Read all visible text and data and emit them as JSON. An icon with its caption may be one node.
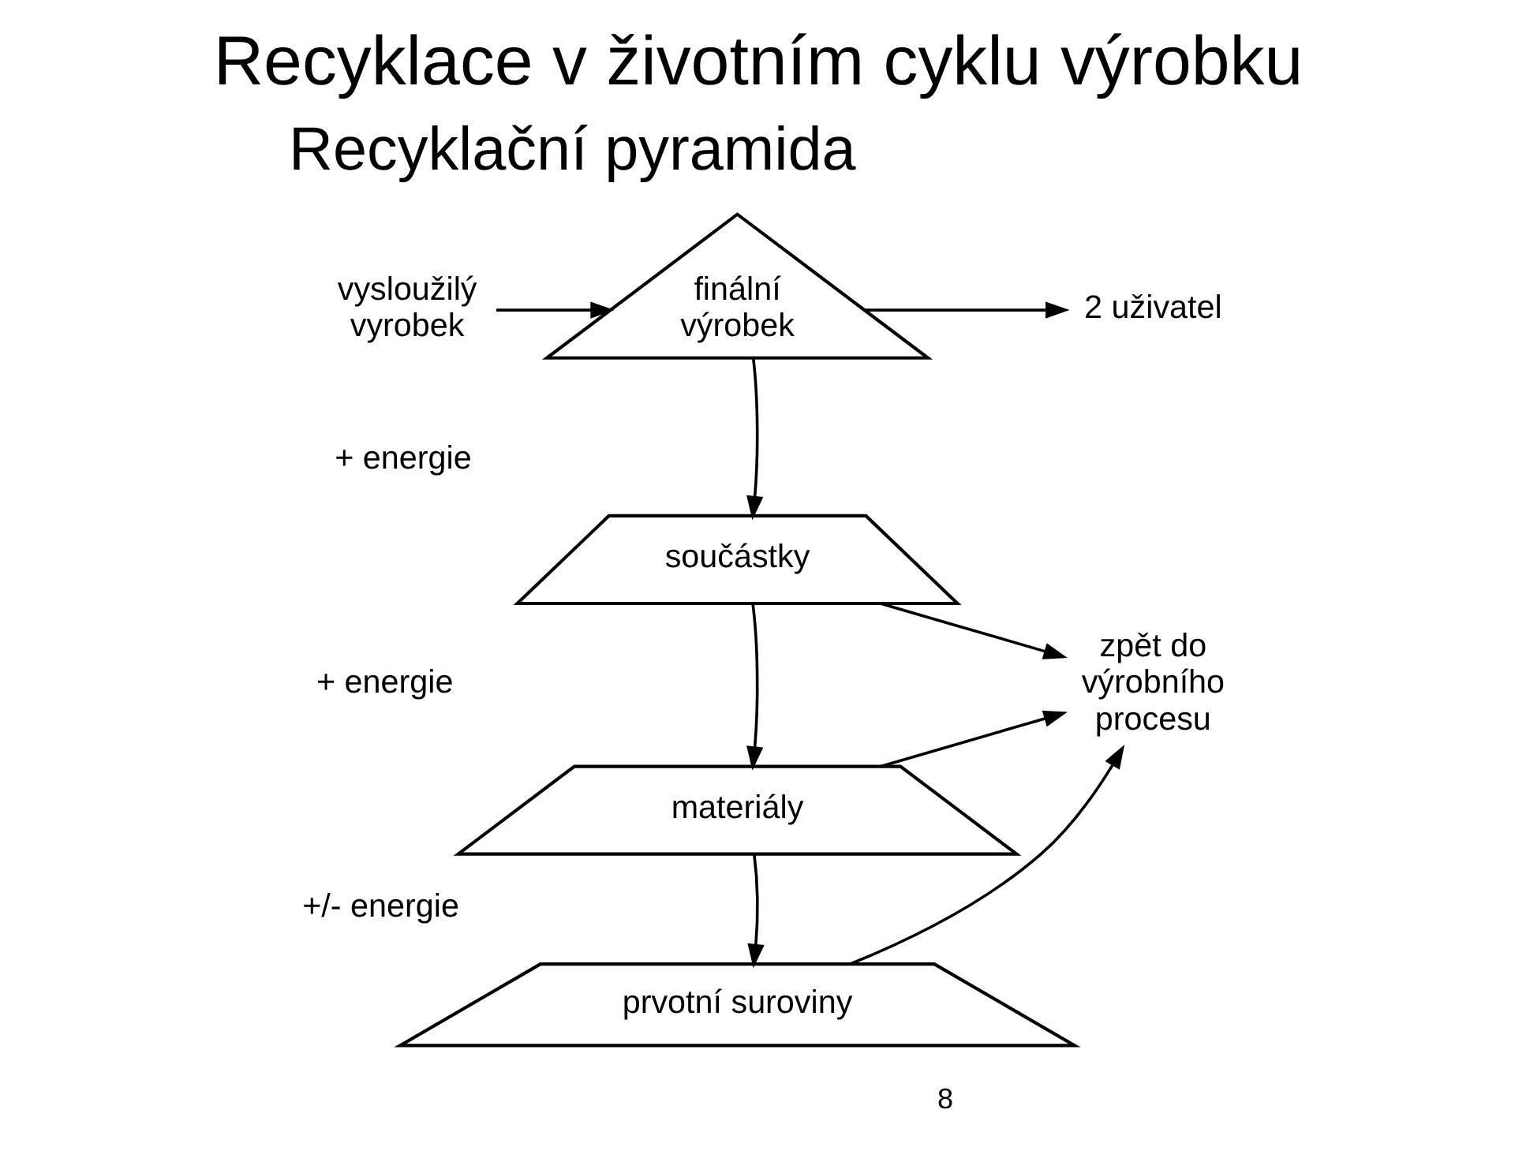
{
  "diagram": {
    "title": "Recyklace v životním cyklu výrobku",
    "nodes": [
      {
        "text": [
          "vysloužilý vyrobek"
        ]
      },
      {
        "text": [
          "finální výrobek"
        ]
      },
      {
        "text": [
          "2 uživatel"
        ]
      },
      {
        "text": [
          "součástky"
        ]
      },
      {
        "text": [
          "zpět do výrobního procesu"
        ]
      },
      {
        "text": [
          "materiály"
        ]
      },
      {
        "text": [
          "prvotní suroviny"
        ]
      }
    ],
    "edges": [
      {
        "from": 0,
        "to": 1,
        "arrow": "to"
      },
      {
        "from": 1,
        "to": 2,
        "arrow": "to"
      },
      {
        "from": 1,
        "to": 3,
        "arrow": "to"
      },
      {
        "from": 3,
        "to": 5,
        "arrow": "to"
      },
      {
        "from": 5,
        "to": 6,
        "arrow": "to"
      },
      {
        "from": 3,
        "to": 4,
        "arrow": "to"
      },
      {
        "from": 5,
        "to": 4,
        "arrow": "to"
      },
      {
        "from": 6,
        "to": 4,
        "arrow": "to"
      }
    ],
    "labels": [
      "Recyklační pyramida",
      "+ energie",
      "+ energie",
      "+/- energie",
      "8"
    ]
  }
}
